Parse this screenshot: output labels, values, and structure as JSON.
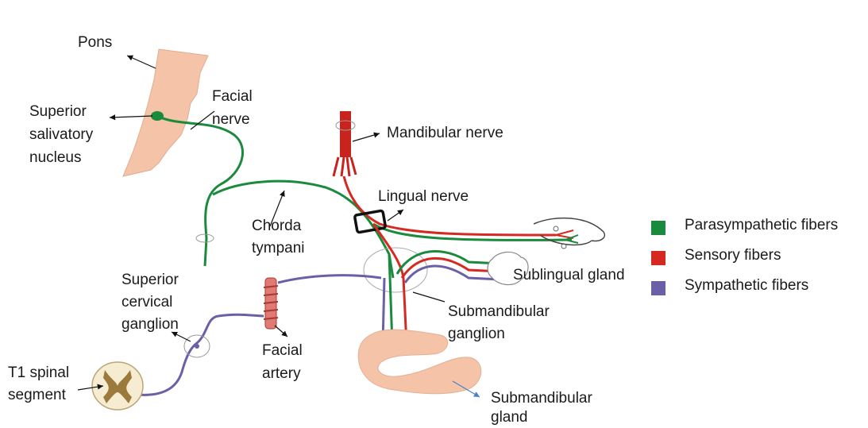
{
  "labels": {
    "pons": "Pons",
    "superior_salivatory_nucleus": [
      "Superior",
      "salivatory",
      "nucleus"
    ],
    "facial_nerve": [
      "Facial",
      "nerve"
    ],
    "mandibular_nerve": "Mandibular nerve",
    "lingual_nerve": "Lingual nerve",
    "chorda_tympani": [
      "Chorda",
      "tympani"
    ],
    "superior_cervical_ganglion": [
      "Superior",
      "cervical",
      "ganglion"
    ],
    "facial_artery": [
      "Facial",
      "artery"
    ],
    "t1_spinal_segment": [
      "T1 spinal",
      "segment"
    ],
    "submandibular_ganglion": [
      "Submandibular",
      "ganglion"
    ],
    "sublingual_gland": "Sublingual gland",
    "submandibular_gland": [
      "Submandibular",
      "gland"
    ]
  },
  "legend": [
    {
      "label": "Parasympathetic fibers",
      "color": "#1a8a3c"
    },
    {
      "label": "Sensory fibers",
      "color": "#d42a22"
    },
    {
      "label": "Sympathetic fibers",
      "color": "#6b5fa8"
    }
  ],
  "colors": {
    "parasympathetic": "#1a8a3c",
    "sensory": "#d42a22",
    "sympathetic": "#6b5fa8",
    "tissue": "#f4c3a8",
    "tissue_dark": "#c79a7c",
    "spinal_gray": "#9b7a3c"
  }
}
